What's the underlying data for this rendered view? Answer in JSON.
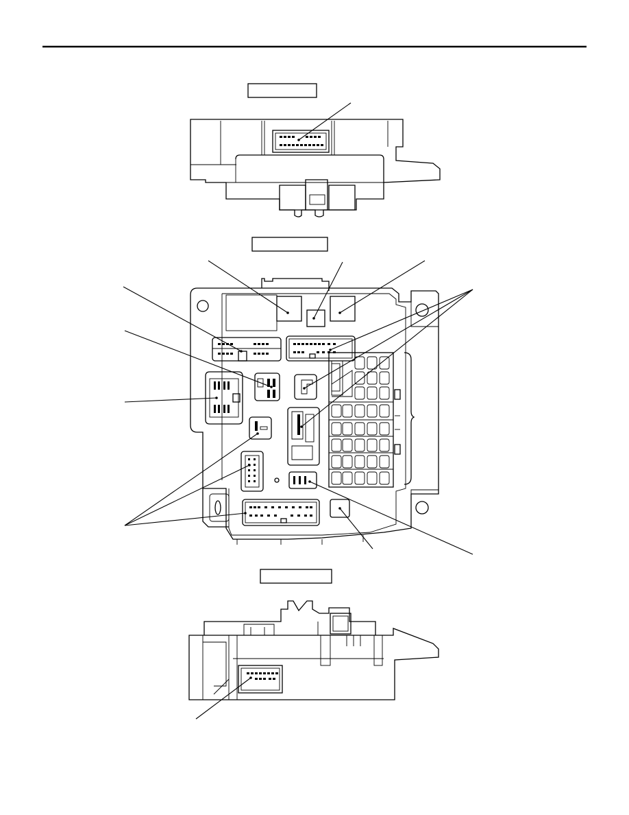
{
  "page": {
    "header_rule": "black"
  },
  "views": [
    {
      "id": "top-view",
      "label": ""
    },
    {
      "id": "front-view",
      "label": ""
    },
    {
      "id": "bottom-view",
      "label": ""
    }
  ],
  "colors": {
    "line": "#000000",
    "background": "#ffffff"
  }
}
